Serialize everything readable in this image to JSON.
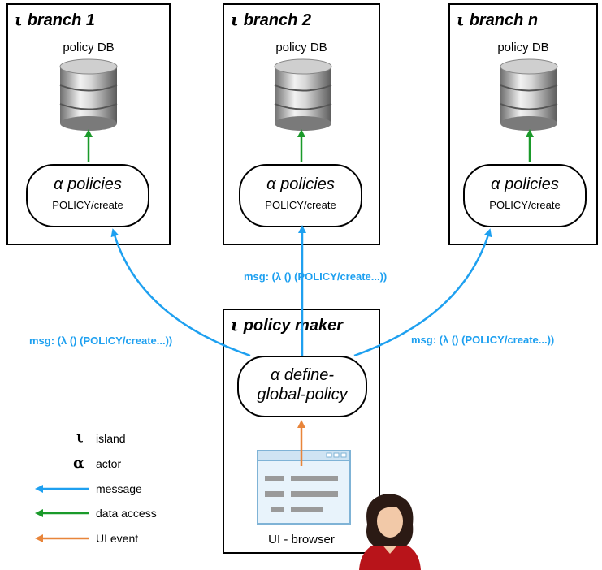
{
  "islands": [
    {
      "symbol": "ι",
      "title": "branch 1",
      "db_label": "policy DB",
      "actor_symbol": "α",
      "actor_name": "policies",
      "actor_sub": "POLICY/create"
    },
    {
      "symbol": "ι",
      "title": "branch 2",
      "db_label": "policy DB",
      "actor_symbol": "α",
      "actor_name": "policies",
      "actor_sub": "POLICY/create"
    },
    {
      "symbol": "ι",
      "title": "branch n",
      "db_label": "policy DB",
      "actor_symbol": "α",
      "actor_name": "policies",
      "actor_sub": "POLICY/create"
    }
  ],
  "policy_maker": {
    "symbol": "ι",
    "title": "policy maker",
    "actor_symbol": "α",
    "actor_line1": "define-",
    "actor_line2": "global-policy",
    "ui_label": "UI - browser"
  },
  "messages": {
    "left": "msg: (λ () (POLICY/create...))",
    "center": "msg: (λ () (POLICY/create...))",
    "right": "msg: (λ () (POLICY/create...))"
  },
  "legend": [
    {
      "symbol": "ι",
      "label": "island"
    },
    {
      "symbol": "α",
      "label": "actor"
    },
    {
      "arrow_color": "#1ea0f0",
      "label": "message"
    },
    {
      "arrow_color": "#1a9a2a",
      "label": "data access"
    },
    {
      "arrow_color": "#e8853a",
      "label": "UI event"
    }
  ],
  "colors": {
    "message": "#1ea0f0",
    "data_access": "#1a9a2a",
    "ui_event": "#e8853a"
  }
}
